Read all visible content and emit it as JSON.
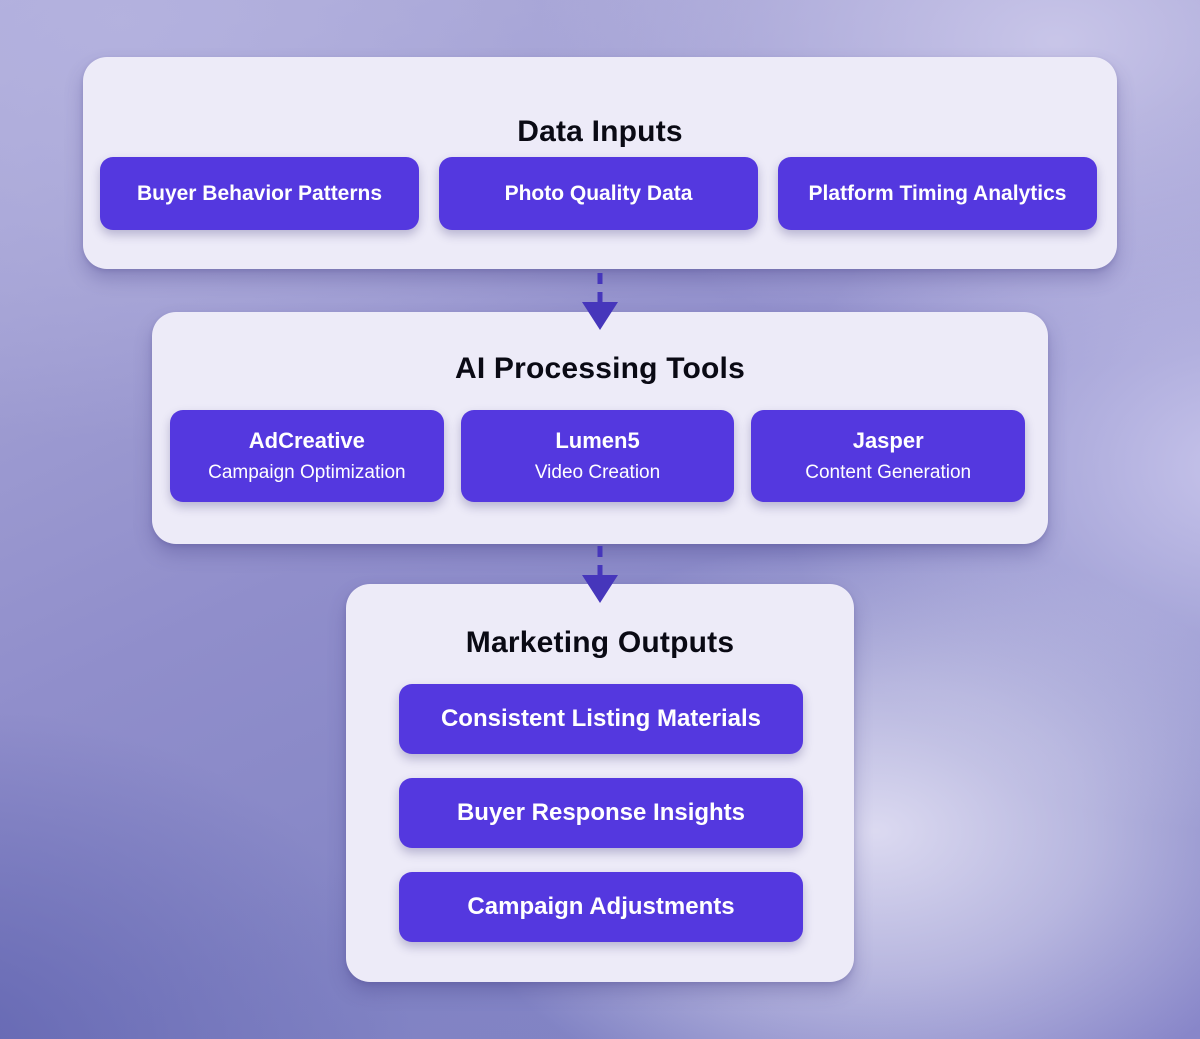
{
  "colors": {
    "button": "#5438df",
    "button-text": "#ffffff",
    "card-bg": "#edebf8",
    "title": "#0a0a14",
    "arrow": "#4636bb"
  },
  "diagram": {
    "sections": [
      {
        "title": "Data Inputs",
        "items": [
          {
            "label": "Buyer Behavior Patterns"
          },
          {
            "label": "Photo Quality Data"
          },
          {
            "label": "Platform Timing Analytics"
          }
        ]
      },
      {
        "title": "AI Processing Tools",
        "items": [
          {
            "title": "AdCreative",
            "subtitle": "Campaign Optimization"
          },
          {
            "title": "Lumen5",
            "subtitle": "Video Creation"
          },
          {
            "title": "Jasper",
            "subtitle": "Content Generation"
          }
        ]
      },
      {
        "title": "Marketing Outputs",
        "items": [
          {
            "label": "Consistent Listing Materials"
          },
          {
            "label": "Buyer Response Insights"
          },
          {
            "label": "Campaign Adjustments"
          }
        ]
      }
    ]
  }
}
